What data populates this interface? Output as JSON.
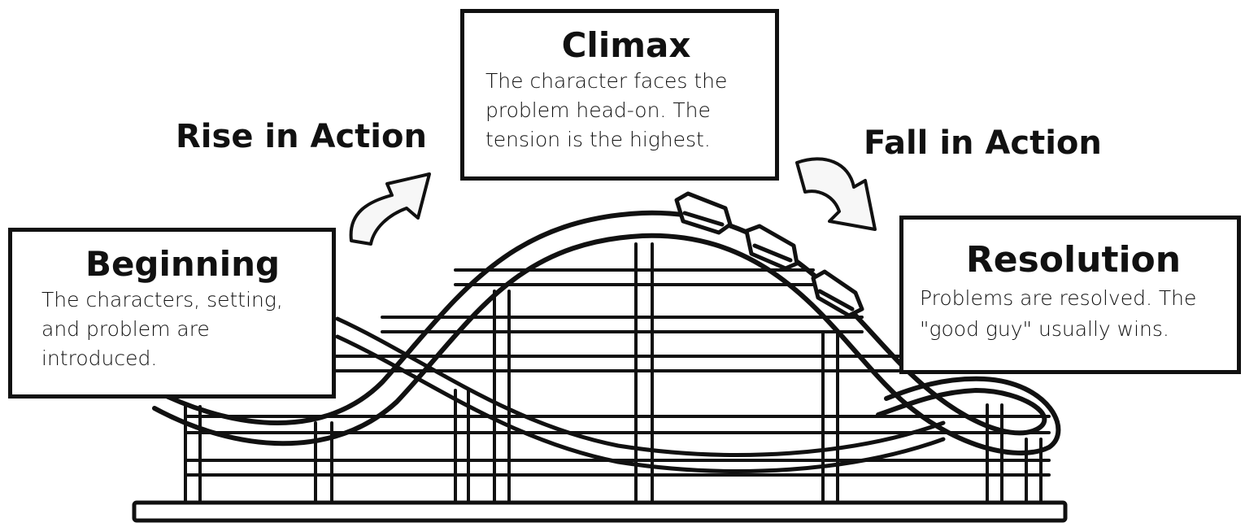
{
  "beginning": {
    "title": "Beginning",
    "text": "The characters, setting, and problem are introduced."
  },
  "climax": {
    "title": "Climax",
    "text": "The character faces the problem head-on. The tension is the highest."
  },
  "resolution": {
    "title": "Resolution",
    "text": "Problems are resolved. The \"good guy\" usually wins."
  },
  "rise": {
    "label": "Rise in Action"
  },
  "fall": {
    "label": "Fall in Action"
  },
  "colors": {
    "ink": "#111111",
    "paper": "#ffffff",
    "arrow_fill": "#f7f7f7"
  },
  "icons": {
    "rise_arrow": "curved-arrow-up-right",
    "fall_arrow": "curved-arrow-down-right",
    "cart": "roller-coaster-cart"
  }
}
